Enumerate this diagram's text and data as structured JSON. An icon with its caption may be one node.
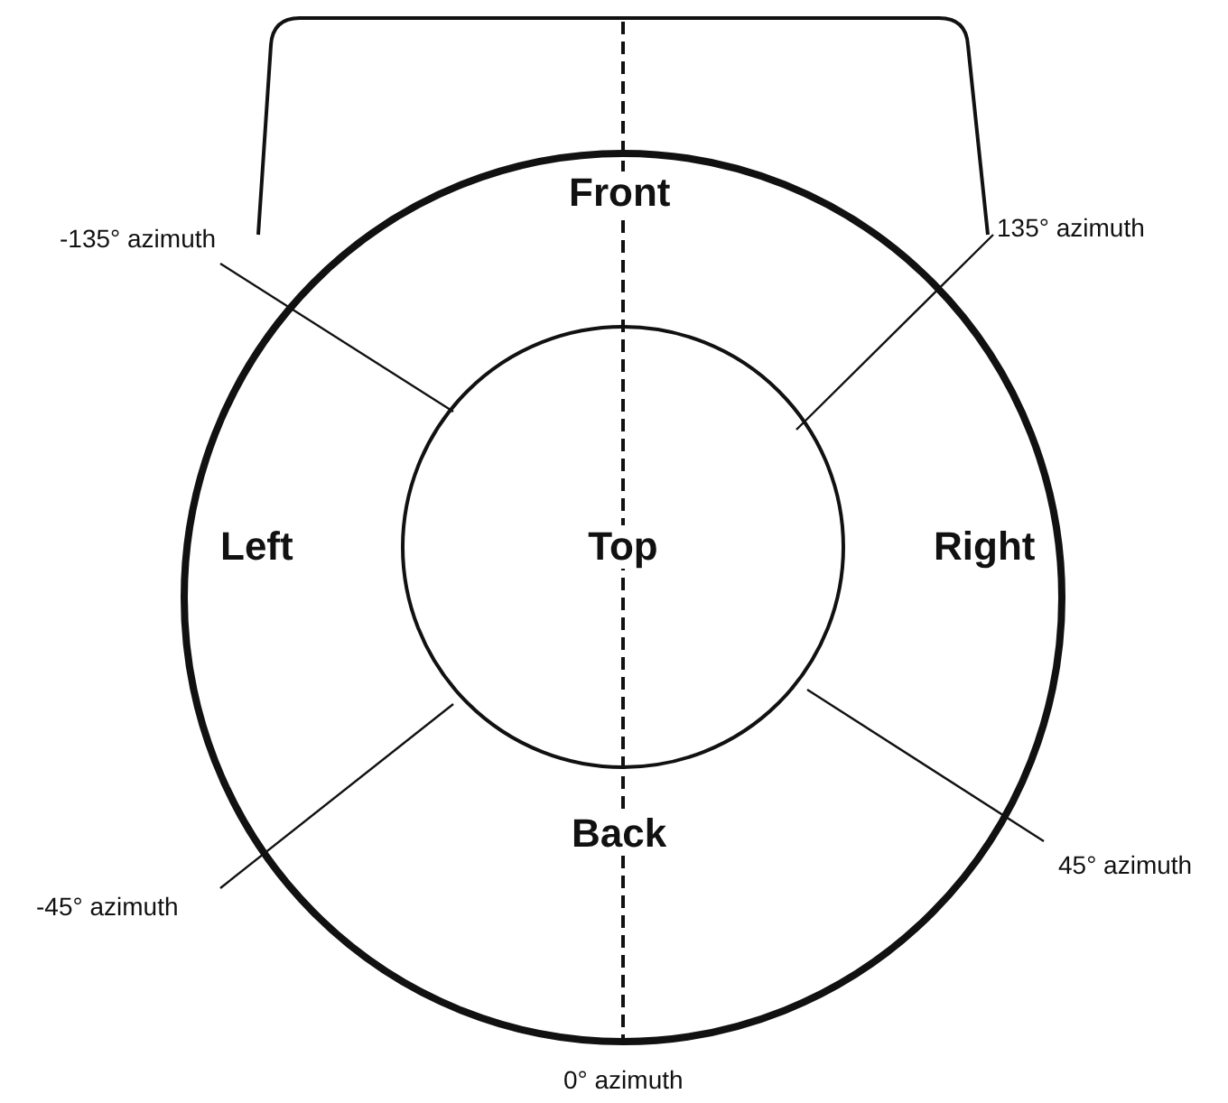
{
  "diagram": {
    "nodes": [
      {
        "text": [
          "Top"
        ]
      }
    ],
    "labels": [
      "Front",
      "-135° azimuth",
      "135° azimuth",
      "Left",
      "Right",
      "Back",
      "-45° azimuth",
      "45° azimuth",
      "0° azimuth"
    ]
  }
}
